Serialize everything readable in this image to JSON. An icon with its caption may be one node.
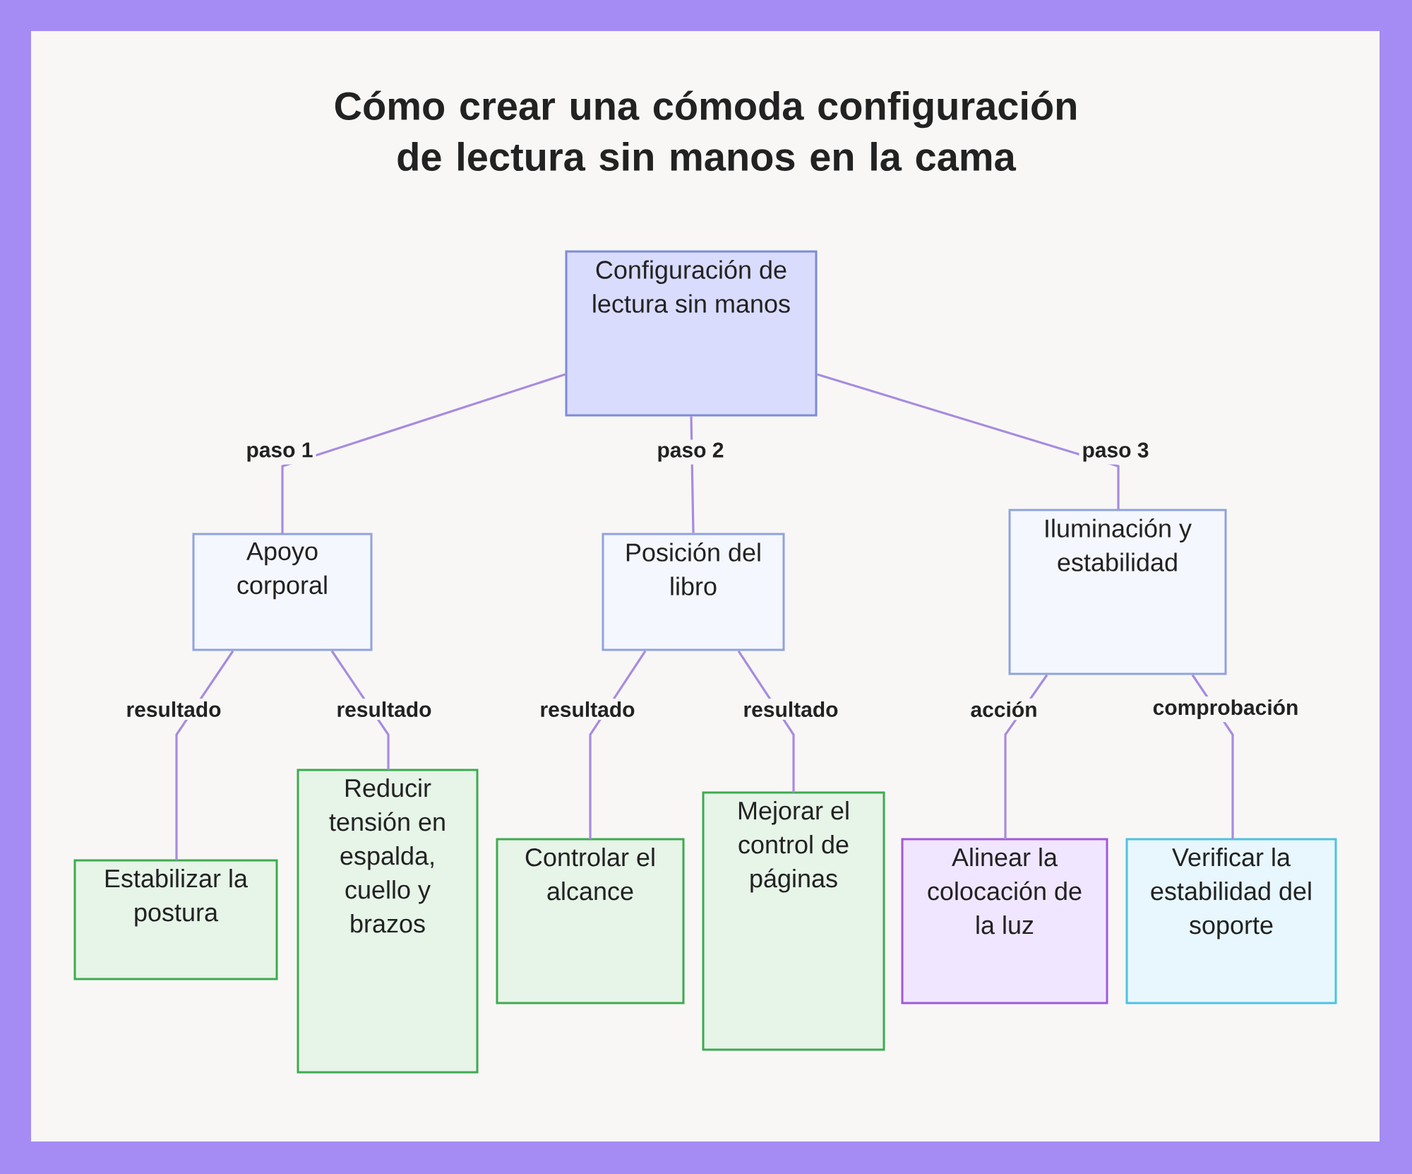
{
  "diagram": {
    "title": "Cómo crear una cómoda configuración de lectura sin manos en la cama",
    "nodes": [
      {
        "text": [
          "Configuración de lectura sin manos"
        ]
      },
      {
        "text": [
          "Apoyo corporal"
        ]
      },
      {
        "text": [
          "Posición del libro"
        ]
      },
      {
        "text": [
          "Iluminación y estabilidad"
        ]
      },
      {
        "text": [
          "Estabilizar la postura"
        ]
      },
      {
        "text": [
          "Reducir tensión en espalda, cuello y brazos"
        ]
      },
      {
        "text": [
          "Controlar el alcance"
        ]
      },
      {
        "text": [
          "Mejorar el control de páginas"
        ]
      },
      {
        "text": [
          "Alinear la colocación de la luz"
        ]
      },
      {
        "text": [
          "Verificar la estabilidad del soporte"
        ]
      }
    ],
    "edges": [
      {
        "from": 0,
        "to": 1,
        "arrow": "none",
        "label": "paso 1"
      },
      {
        "from": 0,
        "to": 2,
        "arrow": "none",
        "label": "paso 2"
      },
      {
        "from": 0,
        "to": 3,
        "arrow": "none",
        "label": "paso 3"
      },
      {
        "from": 1,
        "to": 4,
        "arrow": "none",
        "label": "resultado"
      },
      {
        "from": 1,
        "to": 5,
        "arrow": "none",
        "label": "resultado"
      },
      {
        "from": 2,
        "to": 6,
        "arrow": "none",
        "label": "resultado"
      },
      {
        "from": 2,
        "to": 7,
        "arrow": "none",
        "label": "resultado"
      },
      {
        "from": 3,
        "to": 8,
        "arrow": "none",
        "label": "acción"
      },
      {
        "from": 3,
        "to": 9,
        "arrow": "none",
        "label": "comprobación"
      }
    ]
  }
}
